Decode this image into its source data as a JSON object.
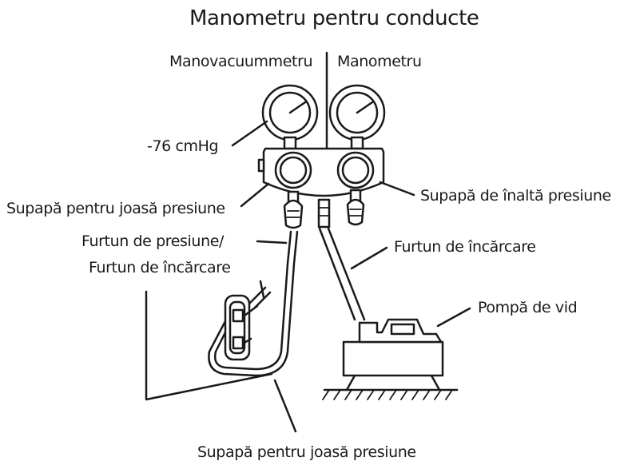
{
  "title": "Manometru pentru conducte",
  "labels": {
    "manovacuum": "Manovacuummetru",
    "manometer": "Manometru",
    "reading": "-76 cmHg",
    "low_valve": "Supapă pentru joasă presiune",
    "high_valve": "Supapă de înaltă presiune",
    "pressure_hose_1": "Furtun de presiune/",
    "pressure_hose_2": "Furtun de încărcare",
    "charge_hose": "Furtun de încărcare",
    "vacuum_pump": "Pompă de vid",
    "bottom_valve": "Supapă pentru joasă presiune"
  }
}
